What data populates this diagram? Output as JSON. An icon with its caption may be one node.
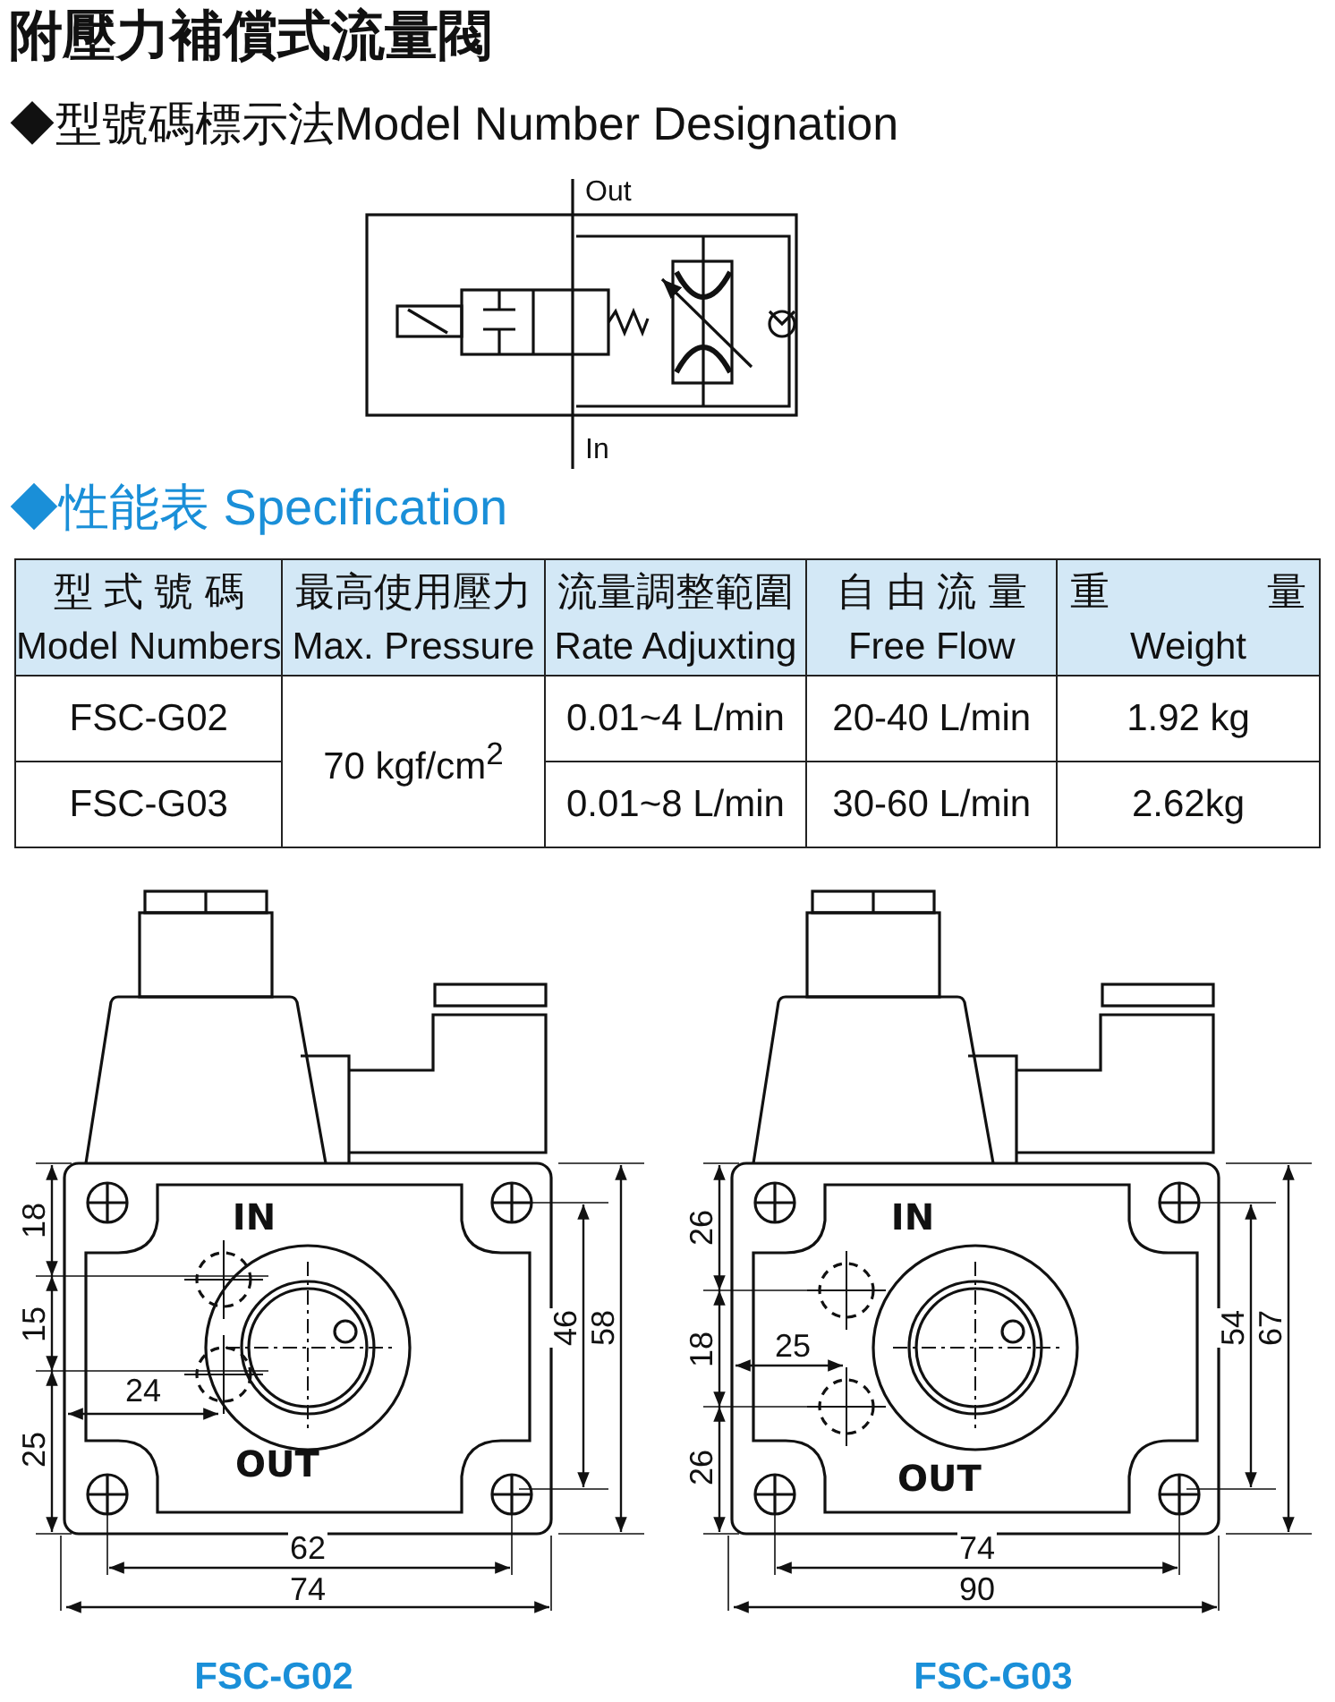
{
  "diagram": {
    "title": "附壓力補償式流量閥",
    "labels": [
      "◆型號碼標示法Model Number Designation",
      "Out",
      "In",
      "◆性能表 Specification",
      "型 式 號 碼",
      "Model Numbers",
      "最高使用壓力",
      "Max. Pressure",
      "流量調整範圍",
      "Rate Adjuxting",
      "自 由 流 量",
      "Free Flow",
      "重　　　　量",
      "Weight",
      "FSC-G02",
      "70 kgf/cm$^{2}$",
      "0.01~4 L/min",
      "20-40 L/min",
      "1.92 kg",
      "FSC-G03",
      "0.01~8 L/min",
      "30-60 L/min",
      "2.62kg",
      "IN",
      "OUT",
      "18",
      "15",
      "25",
      "24",
      "46",
      "58",
      "62",
      "74",
      "FSC-G02",
      "IN",
      "OUT",
      "26",
      "18",
      "26",
      "25",
      "54",
      "67",
      "74",
      "90",
      "FSC-G03"
    ]
  }
}
